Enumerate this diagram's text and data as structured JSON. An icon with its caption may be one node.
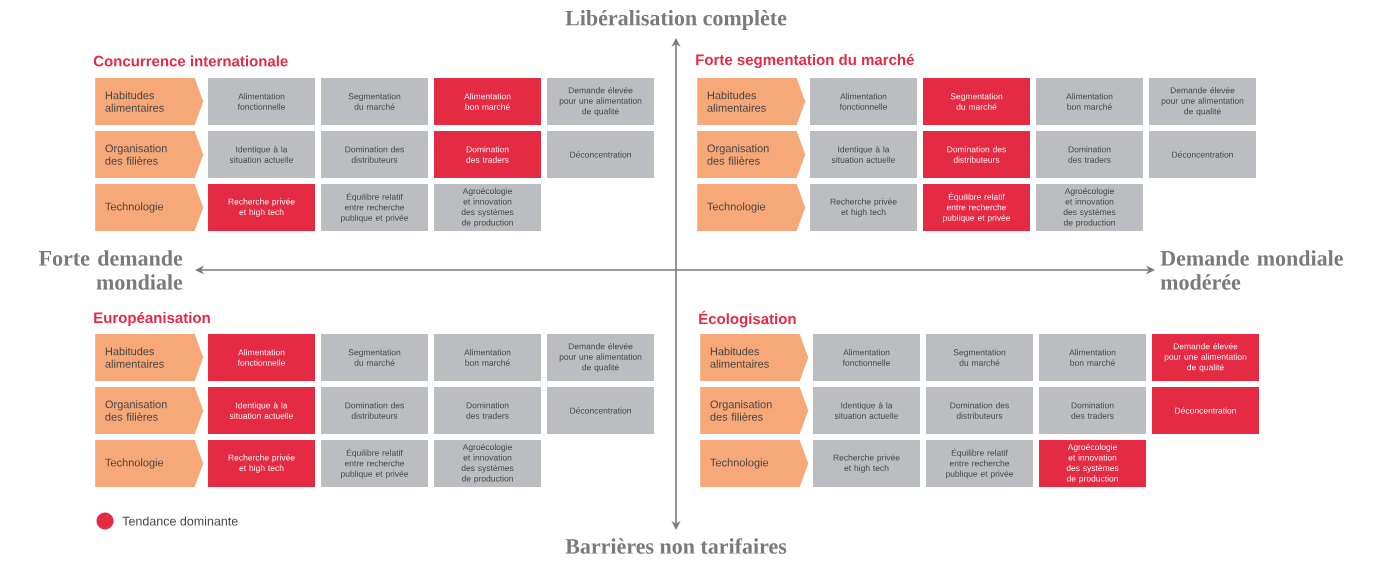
{
  "diagram": {
    "nodes": [
      {
        "text": [
          "Habitudes alimentaires"
        ]
      },
      {
        "text": [
          "Alimentation fonctionnelle"
        ]
      },
      {
        "text": [
          "Segmentation du marché"
        ]
      },
      {
        "text": [
          "Alimentation bon marché"
        ]
      },
      {
        "text": [
          "Demande élevée pour une alimentation de qualité"
        ]
      },
      {
        "text": [
          "Organisation des filières"
        ]
      },
      {
        "text": [
          "Identique à la situation actuelle"
        ]
      },
      {
        "text": [
          "Domination des distributeurs"
        ]
      },
      {
        "text": [
          "Domination des traders"
        ]
      },
      {
        "text": [
          "Déconcentration"
        ]
      },
      {
        "text": [
          "Technologie"
        ]
      },
      {
        "text": [
          "Recherche privée et high tech"
        ]
      },
      {
        "text": [
          "Équilibre relatif entre recherche publique et privée"
        ]
      },
      {
        "text": [
          "Agroécologie et innovation des systèmes de production"
        ]
      },
      {
        "text": [
          "Habitudes alimentaires"
        ]
      },
      {
        "text": [
          "Alimentation fonctionnelle"
        ]
      },
      {
        "text": [
          "Segmentation du marché"
        ]
      },
      {
        "text": [
          "Alimentation bon marché"
        ]
      },
      {
        "text": [
          "Demande élevée pour une alimentation de qualité"
        ]
      },
      {
        "text": [
          "Organisation des filières"
        ]
      },
      {
        "text": [
          "Identique à la situation actuelle"
        ]
      },
      {
        "text": [
          "Domination des distributeurs"
        ]
      },
      {
        "text": [
          "Domination des traders"
        ]
      },
      {
        "text": [
          "Déconcentration"
        ]
      },
      {
        "text": [
          "Technologie"
        ]
      },
      {
        "text": [
          "Recherche privée et high tech"
        ]
      },
      {
        "text": [
          "Équilibre relatif entre recherche publique et privée"
        ]
      },
      {
        "text": [
          "Agroécologie et innovation des systèmes de production"
        ]
      },
      {
        "text": [
          "Habitudes alimentaires"
        ]
      },
      {
        "text": [
          "Alimentation fonctionnelle"
        ]
      },
      {
        "text": [
          "Segmentation du marché"
        ]
      },
      {
        "text": [
          "Alimentation bon marché"
        ]
      },
      {
        "text": [
          "Demande élevée pour une alimentation de qualité"
        ]
      },
      {
        "text": [
          "Organisation des filières"
        ]
      },
      {
        "text": [
          "Identique à la situation actuelle"
        ]
      },
      {
        "text": [
          "Domination des distributeurs"
        ]
      },
      {
        "text": [
          "Domination des traders"
        ]
      },
      {
        "text": [
          "Déconcentration"
        ]
      },
      {
        "text": [
          "Technologie"
        ]
      },
      {
        "text": [
          "Recherche privée et high tech"
        ]
      },
      {
        "text": [
          "Équilibre relatif entre recherche publique et privée"
        ]
      },
      {
        "text": [
          "Agroécologie et innovation des systèmes de production"
        ]
      },
      {
        "text": [
          "Habitudes alimentaires"
        ]
      },
      {
        "text": [
          "Alimentation fonctionnelle"
        ]
      },
      {
        "text": [
          "Segmentation du marché"
        ]
      },
      {
        "text": [
          "Alimentation bon marché"
        ]
      },
      {
        "text": [
          "Demande élevée pour une alimentation de qualité"
        ]
      },
      {
        "text": [
          "Organisation des filières"
        ]
      },
      {
        "text": [
          "Identique à la situation actuelle"
        ]
      },
      {
        "text": [
          "Domination des distributeurs"
        ]
      },
      {
        "text": [
          "Domination des traders"
        ]
      },
      {
        "text": [
          "Déconcentration"
        ]
      },
      {
        "text": [
          "Technologie"
        ]
      },
      {
        "text": [
          "Recherche privée et high tech"
        ]
      },
      {
        "text": [
          "Équilibre relatif entre recherche publique et privée"
        ]
      },
      {
        "text": [
          "Agroécologie et innovation des systèmes de production"
        ]
      }
    ],
    "labels": [
      "Libéralisation complète",
      "Concurrence internationale",
      "Forte segmentation du marché",
      "Forte demande mondiale",
      "Demande mondiale modérée",
      "Européanisation",
      "Écologisation",
      "Barrières non tarifaires"
    ],
    "legend": [
      {
        "text": "Tendance dominante",
        "color": "#e52a44"
      }
    ]
  }
}
